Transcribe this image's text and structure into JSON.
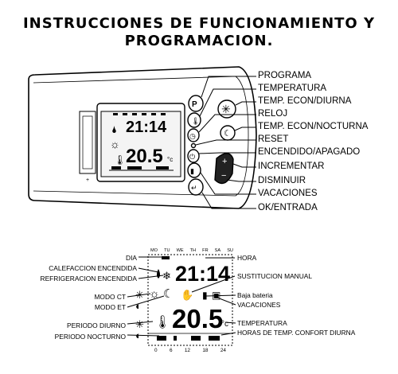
{
  "title": {
    "line1": "INSTRUCCIONES DE FUNCIONAMIENTO Y",
    "line2": "PROGRAMACION."
  },
  "top_diagram": {
    "display_time": "21:14",
    "display_temp": "20.5",
    "display_temp_unit": "°c",
    "button_labels": [
      "PROGRAMA",
      "TEMPERATURA",
      "TEMP. ECON/DIURNA",
      "RELOJ",
      "TEMP. ECON/NOCTURNA",
      "RESET",
      "ENCENDIDO/APAGADO",
      "INCREMENTAR",
      "DISMINUIR",
      "VACACIONES",
      "OK/ENTRADA"
    ]
  },
  "bottom_diagram": {
    "days": [
      "MO",
      "TU",
      "WE",
      "TH",
      "FR",
      "SA",
      "SU"
    ],
    "time": "21:14",
    "temp": "20.5",
    "temp_unit": "°c",
    "scale": [
      "0",
      "6",
      "12",
      "18",
      "24"
    ],
    "left_labels": [
      "DIA",
      "CALEFACCION ENCENDIDA",
      "REFRIGERACION ENCENDIDA",
      "MODO CT",
      "MODO ET",
      "PERIODO DIURNO",
      "PERIODO NOCTURNO"
    ],
    "right_labels": [
      "HORA",
      "SUSTITUCION MANUAL",
      "Baja bateria",
      "VACACIONES",
      "TEMPERATURA",
      "HORAS DE TEMP. CONFORT DIURNA"
    ]
  }
}
